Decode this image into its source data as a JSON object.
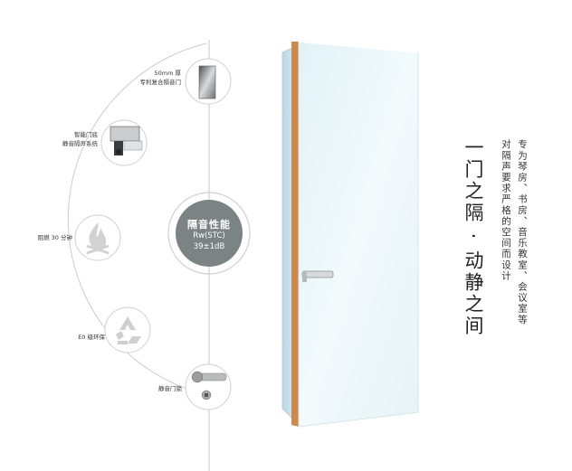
{
  "features": [
    {
      "label": "50mm 厚\n专利复合隔音门",
      "icon": "door-panel-icon"
    },
    {
      "label": "智能门底\n静音隔声系统",
      "icon": "door-bottom-seal-icon"
    },
    {
      "label": "阻燃 30 分钟",
      "icon": "fire-icon"
    },
    {
      "label": "E0 级环保",
      "icon": "recycle-icon"
    },
    {
      "label": "静音门锁",
      "icon": "door-lock-icon"
    }
  ],
  "center": {
    "title": "隔音性能",
    "line1": "Rw(STC)",
    "line2": "39±1dB"
  },
  "headline": "一门之隔 · 动静之间",
  "description": {
    "line1": "专为琴房、书房、音乐教室、会议室等",
    "line2": "对隔声要求严格的空间而设计"
  },
  "colors": {
    "center_circle": "#7c8385",
    "ring": "#c8c8c8",
    "door_glass": "#e9f5f8",
    "door_frame": "#c98a52"
  }
}
